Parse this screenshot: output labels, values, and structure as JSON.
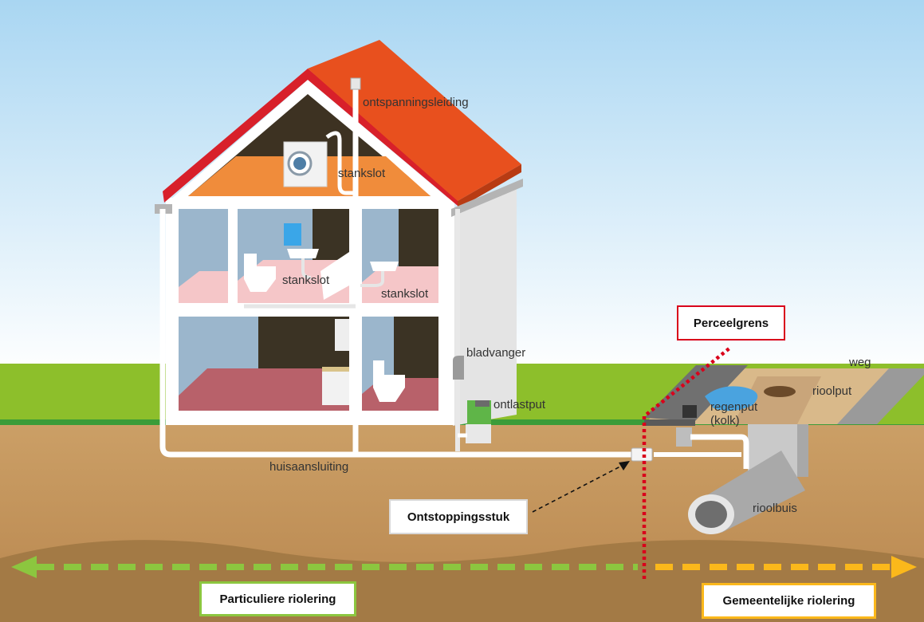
{
  "labels": {
    "ontspanningsleiding": "ontspanningsleiding",
    "stankslot_attic": "stankslot",
    "stankslot_bathroom": "stankslot",
    "stankslot_right": "stankslot",
    "bladvanger": "bladvanger",
    "ontlastput": "ontlastput",
    "huisaansluiting": "huisaansluiting",
    "weg": "weg",
    "rioolput": "rioolput",
    "regenput_line1": "regenput",
    "regenput_line2": "(kolk)",
    "rioolbuis": "rioolbuis"
  },
  "callouts": {
    "perceelgrens": "Perceelgrens",
    "ontstoppingsstuk": "Ontstoppingsstuk",
    "particuliere": "Particuliere riolering",
    "gemeentelijke": "Gemeentelijke riolering"
  },
  "colors": {
    "sky_top": "#aed9f3",
    "grass": "#8cbf2a",
    "soil": "#c79a63",
    "roof": "#e8501e",
    "boundary_red": "#d9001b",
    "private_green": "#8cc63f",
    "municipal_yellow": "#fbb81b"
  }
}
